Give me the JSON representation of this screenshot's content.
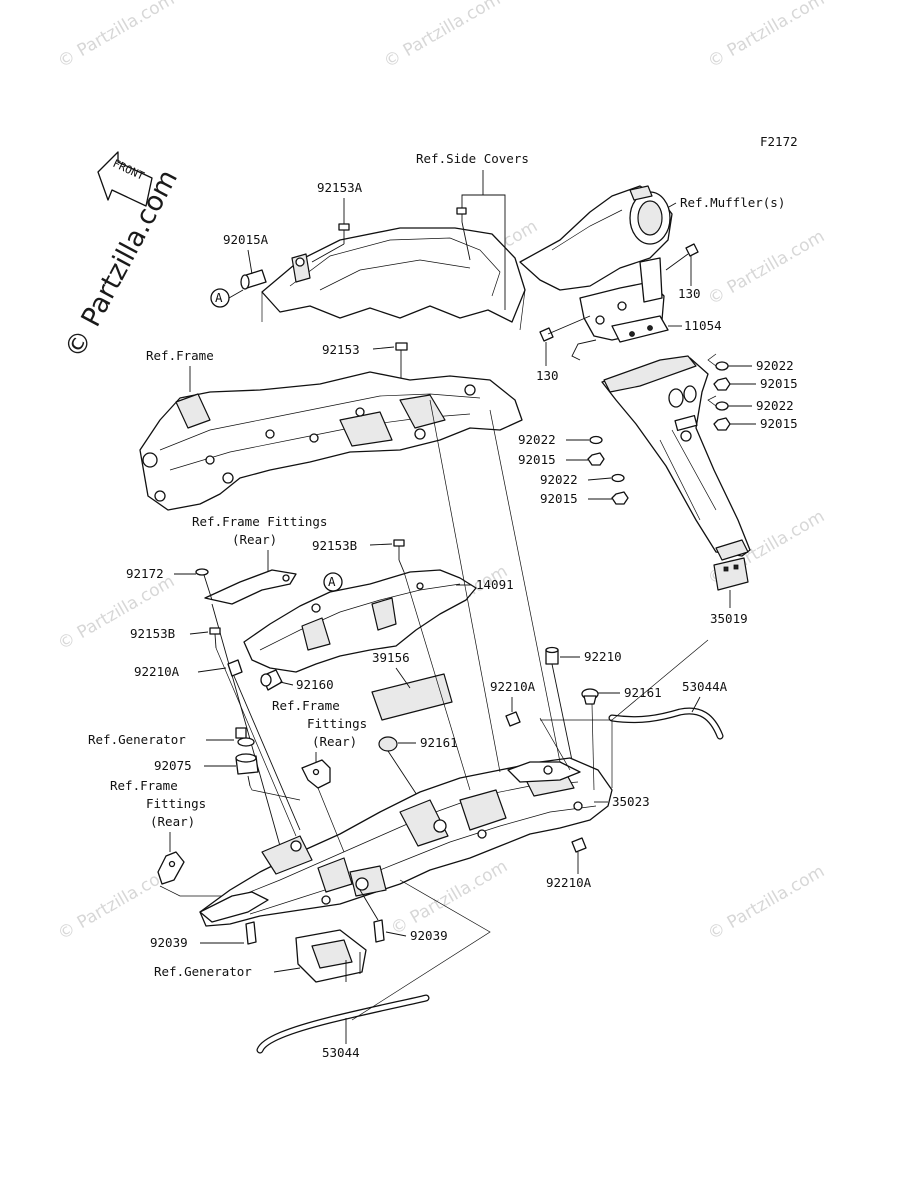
{
  "figure_code": "F2172",
  "front_label": "FRONT",
  "watermark_small": "© Partzilla.com",
  "watermark_large": "© Partzilla.com",
  "circle_ref": "A",
  "refs": {
    "side_covers": "Ref.Side Covers",
    "mufflers": "Ref.Muffler(s)",
    "frame": "Ref.Frame",
    "frame_fittings_1": "Ref.Frame Fittings",
    "frame_fittings_1b": "(Rear)",
    "frame_fittings_2a": "Ref.Frame",
    "frame_fittings_2b": "Fittings",
    "frame_fittings_2c": "(Rear)",
    "frame_fittings_3a": "Ref.Frame",
    "frame_fittings_3b": "Fittings",
    "frame_fittings_3c": "(Rear)",
    "generator_1": "Ref.Generator",
    "generator_2": "Ref.Generator"
  },
  "parts": {
    "p92153A": "92153A",
    "p92015A": "92015A",
    "p92153": "92153",
    "p130a": "130",
    "p130b": "130",
    "p11054": "11054",
    "p92022a": "92022",
    "p92015a": "92015",
    "p92022b": "92022",
    "p92015b": "92015",
    "p92022c": "92022",
    "p92015c": "92015",
    "p92022d": "92022",
    "p92015d": "92015",
    "p35019": "35019",
    "p92153B_a": "92153B",
    "p92172": "92172",
    "p14091": "14091",
    "p92153B_b": "92153B",
    "p92210A_a": "92210A",
    "p39156": "39156",
    "p92160": "92160",
    "p92210": "92210",
    "p92210A_b": "92210A",
    "p92161a": "92161",
    "p53044A": "53044A",
    "p92161b": "92161",
    "p92075": "92075",
    "p35023": "35023",
    "p92210A_c": "92210A",
    "p92039a": "92039",
    "p92039b": "92039",
    "p53044": "53044"
  }
}
